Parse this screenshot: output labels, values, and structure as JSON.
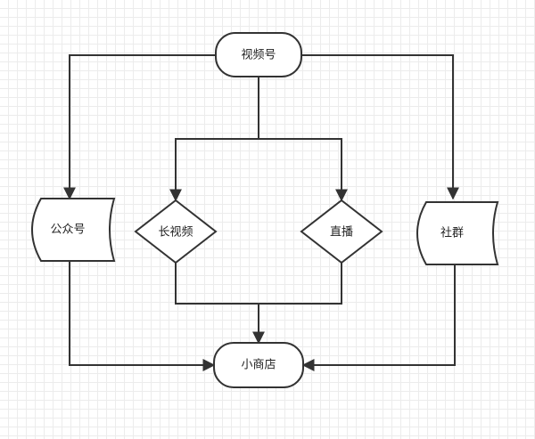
{
  "diagram": {
    "nodes": {
      "video_account": {
        "label": "视频号",
        "shape": "terminal"
      },
      "official_account": {
        "label": "公众号",
        "shape": "stored-data"
      },
      "long_video": {
        "label": "长视频",
        "shape": "decision"
      },
      "live_stream": {
        "label": "直播",
        "shape": "decision"
      },
      "community": {
        "label": "社群",
        "shape": "stored-data"
      },
      "mini_shop": {
        "label": "小商店",
        "shape": "terminal"
      }
    },
    "edges": [
      {
        "from": "视频号",
        "to": "公众号"
      },
      {
        "from": "视频号",
        "to": "长视频"
      },
      {
        "from": "视频号",
        "to": "直播"
      },
      {
        "from": "视频号",
        "to": "社群"
      },
      {
        "from": "公众号",
        "to": "小商店"
      },
      {
        "from": "长视频",
        "to": "小商店"
      },
      {
        "from": "直播",
        "to": "小商店"
      },
      {
        "from": "社群",
        "to": "小商店"
      }
    ],
    "colors": {
      "stroke": "#333333",
      "fill": "#ffffff",
      "grid_minor": "#ececec",
      "grid_major": "#d9d9d9"
    }
  }
}
